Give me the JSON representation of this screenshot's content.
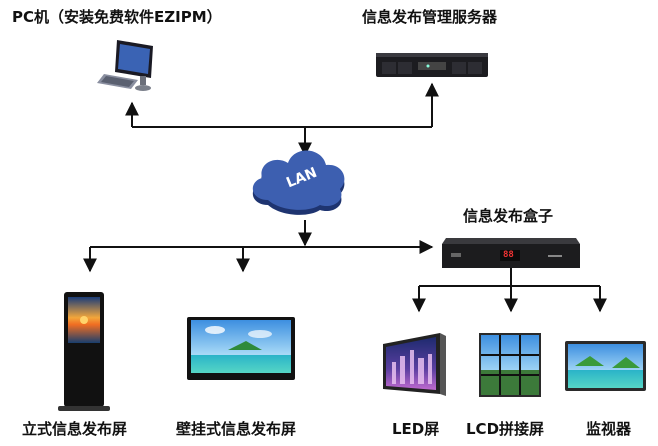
{
  "nodes": {
    "pc": {
      "label": "PC机（安装免费软件EZIPM）",
      "icon": "desktop-computer-icon"
    },
    "server": {
      "label": "信息发布管理服务器",
      "icon": "rack-server-icon"
    },
    "lan": {
      "label": "LAN",
      "icon": "lan-cloud-icon"
    },
    "player_box": {
      "label": "信息发布盒子",
      "icon": "media-player-box-icon",
      "display": "88"
    },
    "kiosk": {
      "label": "立式信息发布屏",
      "icon": "standing-kiosk-icon"
    },
    "wall_display": {
      "label": "壁挂式信息发布屏",
      "icon": "wall-tv-icon"
    },
    "led": {
      "label": "LED屏",
      "icon": "led-panel-icon"
    },
    "lcd_splice": {
      "label": "LCD拼接屏",
      "icon": "video-wall-icon"
    },
    "monitor": {
      "label": "监视器",
      "icon": "monitor-icon"
    }
  },
  "colors": {
    "line": "#111111",
    "cloud": "#2f4f9a",
    "cloud_dark": "#1e3470",
    "device": "#1a1a1a"
  }
}
